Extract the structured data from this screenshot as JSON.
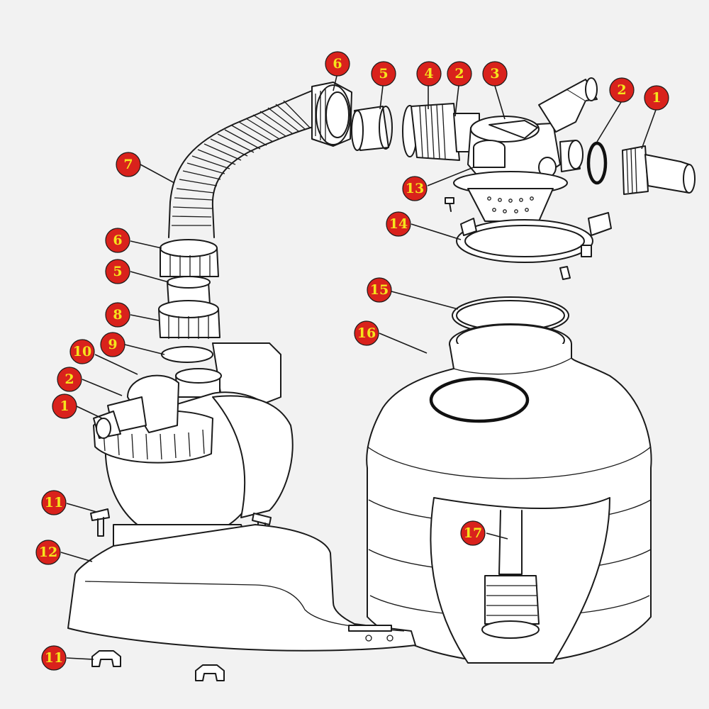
{
  "colors": {
    "background": "#f2f2f2",
    "callout_fill": "#d9221c",
    "callout_text": "#f5e51c",
    "line": "#1a1a1a"
  },
  "callouts": [
    {
      "id": "c6-top",
      "label": "6"
    },
    {
      "id": "c5-top",
      "label": "5"
    },
    {
      "id": "c4",
      "label": "4"
    },
    {
      "id": "c2-top",
      "label": "2"
    },
    {
      "id": "c3",
      "label": "3"
    },
    {
      "id": "c2-right",
      "label": "2"
    },
    {
      "id": "c1-right",
      "label": "1"
    },
    {
      "id": "c7",
      "label": "7"
    },
    {
      "id": "c13",
      "label": "13"
    },
    {
      "id": "c14",
      "label": "14"
    },
    {
      "id": "c6-mid",
      "label": "6"
    },
    {
      "id": "c5-mid",
      "label": "5"
    },
    {
      "id": "c8",
      "label": "8"
    },
    {
      "id": "c9",
      "label": "9"
    },
    {
      "id": "c10",
      "label": "10"
    },
    {
      "id": "c2-pump",
      "label": "2"
    },
    {
      "id": "c1-pump",
      "label": "1"
    },
    {
      "id": "c15",
      "label": "15"
    },
    {
      "id": "c16",
      "label": "16"
    },
    {
      "id": "c17",
      "label": "17"
    },
    {
      "id": "c11-top",
      "label": "11"
    },
    {
      "id": "c12",
      "label": "12"
    },
    {
      "id": "c11-bottom",
      "label": "11"
    }
  ]
}
